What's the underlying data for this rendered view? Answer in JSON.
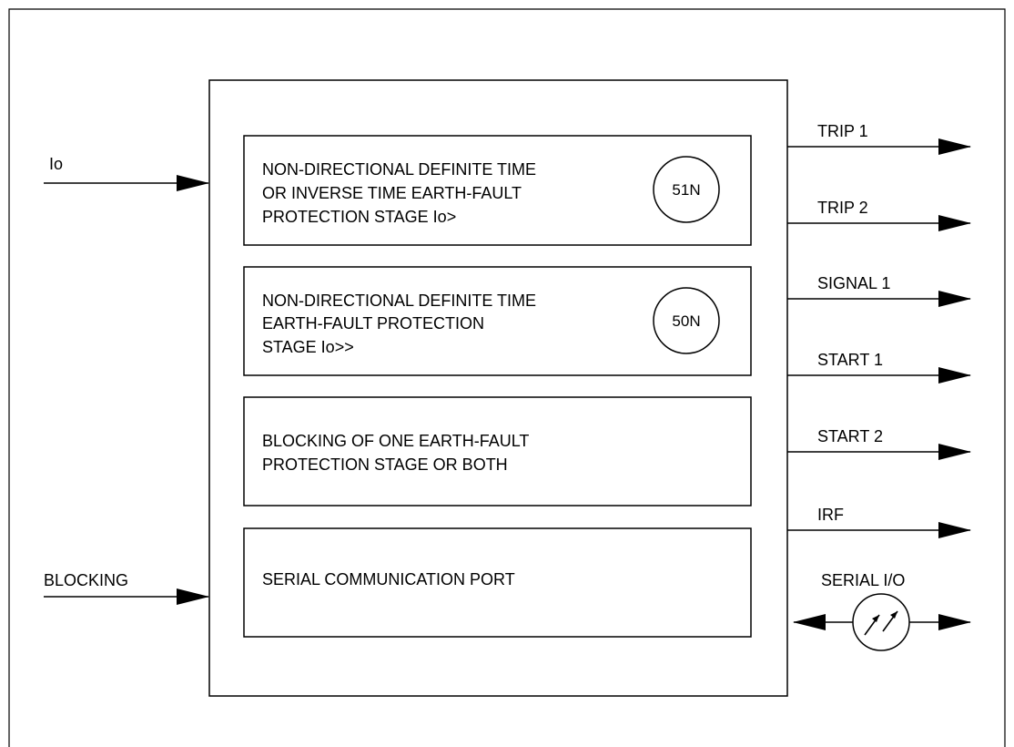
{
  "inputs": {
    "io": "Io",
    "blocking": "BLOCKING"
  },
  "blocks": {
    "stage_51n": {
      "lines": [
        "NON-DIRECTIONAL DEFINITE TIME",
        "OR INVERSE TIME EARTH-FAULT",
        "PROTECTION STAGE Io>"
      ],
      "code": "51N"
    },
    "stage_50n": {
      "lines": [
        "NON-DIRECTIONAL DEFINITE TIME",
        "EARTH-FAULT PROTECTION",
        "STAGE Io>>"
      ],
      "code": "50N"
    },
    "blocking": {
      "lines": [
        "BLOCKING OF ONE EARTH-FAULT",
        "PROTECTION STAGE OR BOTH"
      ]
    },
    "serial": {
      "lines": [
        "SERIAL COMMUNICATION PORT"
      ]
    }
  },
  "outputs": {
    "trip1": "TRIP 1",
    "trip2": "TRIP 2",
    "signal1": "SIGNAL 1",
    "start1": "START 1",
    "start2": "START 2",
    "irf": "IRF",
    "serial_io": "SERIAL I/O"
  },
  "colors": {
    "stroke": "#000000",
    "background": "#ffffff"
  }
}
